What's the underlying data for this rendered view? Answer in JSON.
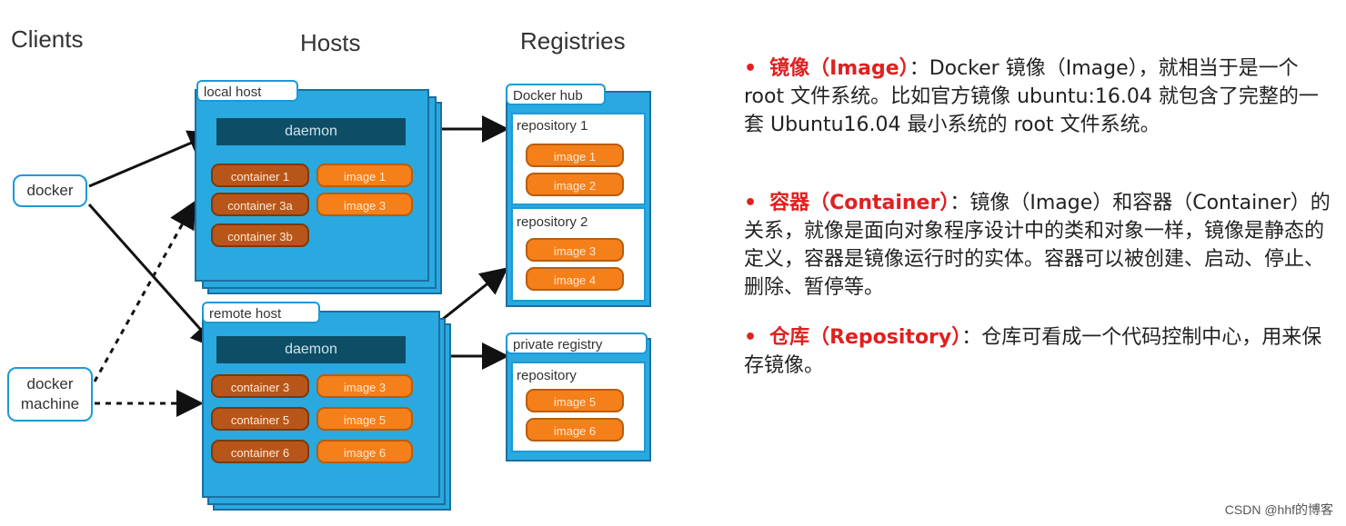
{
  "columns": {
    "clients": "Clients",
    "hosts": "Hosts",
    "registries": "Registries"
  },
  "clients": {
    "docker": "docker",
    "docker_machine": "docker\nmachine"
  },
  "local_host": {
    "label": "local host",
    "daemon": "daemon",
    "containers": [
      "container 1",
      "container 3a",
      "container 3b"
    ],
    "images": [
      "image 1",
      "image 3"
    ]
  },
  "remote_host": {
    "label": "remote host",
    "daemon": "daemon",
    "containers": [
      "container 3",
      "container 5",
      "container 6"
    ],
    "images": [
      "image 3",
      "image 5",
      "image 6"
    ]
  },
  "docker_hub": {
    "label": "Docker hub",
    "repos": [
      {
        "name": "repository 1",
        "images": [
          "image 1",
          "image 2"
        ]
      },
      {
        "name": "repository 2",
        "images": [
          "image 3",
          "image 4"
        ]
      }
    ]
  },
  "private_registry": {
    "label": "private registry",
    "repo": {
      "name": "repository",
      "images": [
        "image 5",
        "image 6"
      ]
    }
  },
  "bullets": [
    {
      "term": "镜像（Image）",
      "text": "：Docker 镜像（Image），就相当于是一个 root 文件系统。比如官方镜像 ubuntu:16.04 就包含了完整的一套 Ubuntu16.04 最小系统的 root 文件系统。"
    },
    {
      "term": "容器（Container）",
      "text": "：镜像（Image）和容器（Container）的关系，就像是面向对象程序设计中的类和对象一样，镜像是静态的定义，容器是镜像运行时的实体。容器可以被创建、启动、停止、删除、暂停等。"
    },
    {
      "term": "仓库（Repository）",
      "text": "：仓库可看成一个代码控制中心，用来保存镜像。"
    }
  ],
  "watermark": "CSDN @hhf的博客",
  "colors": {
    "host_blue": "#29a9e0",
    "daemon": "#0d4d66",
    "container": "#b8561a",
    "image": "#f57f19",
    "term_red": "#e02020"
  }
}
